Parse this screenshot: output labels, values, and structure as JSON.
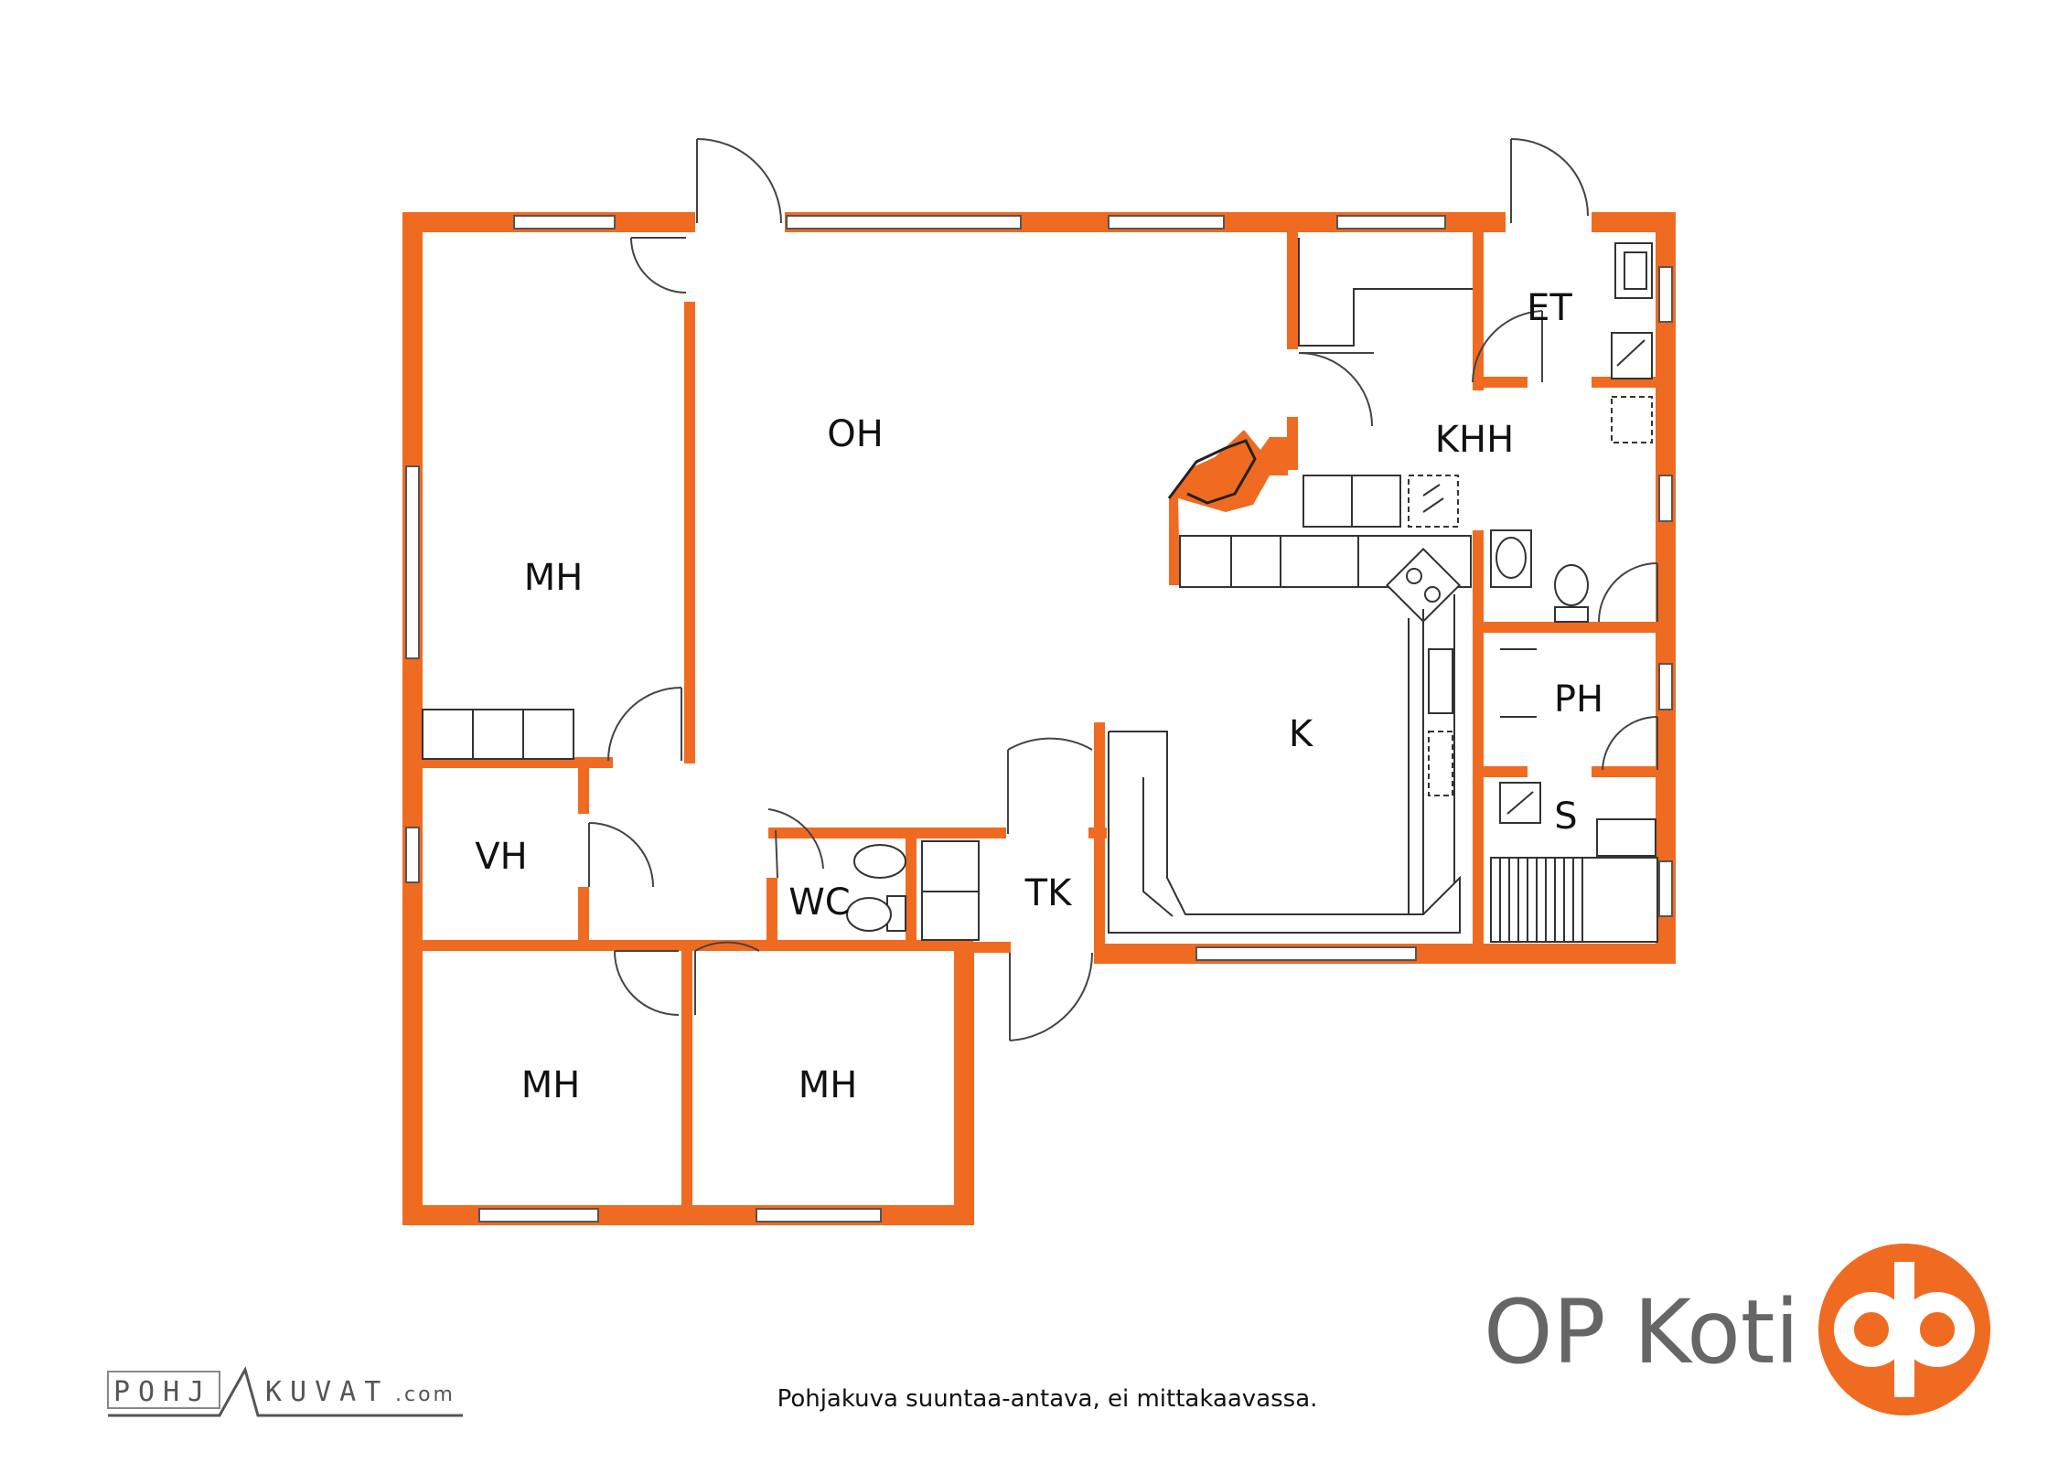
{
  "rooms": {
    "oh": "OH",
    "mh_main": "MH",
    "et": "ET",
    "khh": "KHH",
    "k": "K",
    "ph": "PH",
    "s": "S",
    "vh": "VH",
    "wc": "WC",
    "tk": "TK",
    "mh_bottom_left": "MH",
    "mh_bottom_right": "MH"
  },
  "brand": {
    "name": "OP Koti",
    "color": "#ef6b21"
  },
  "credit": {
    "site_left": "POHJ",
    "site_right": "KUVAT",
    "site_suffix": ".com"
  },
  "disclaimer": "Pohjakuva suuntaa-antava, ei mittakaavassa.",
  "colors": {
    "wall": "#ef6b21",
    "line": "#333333"
  }
}
